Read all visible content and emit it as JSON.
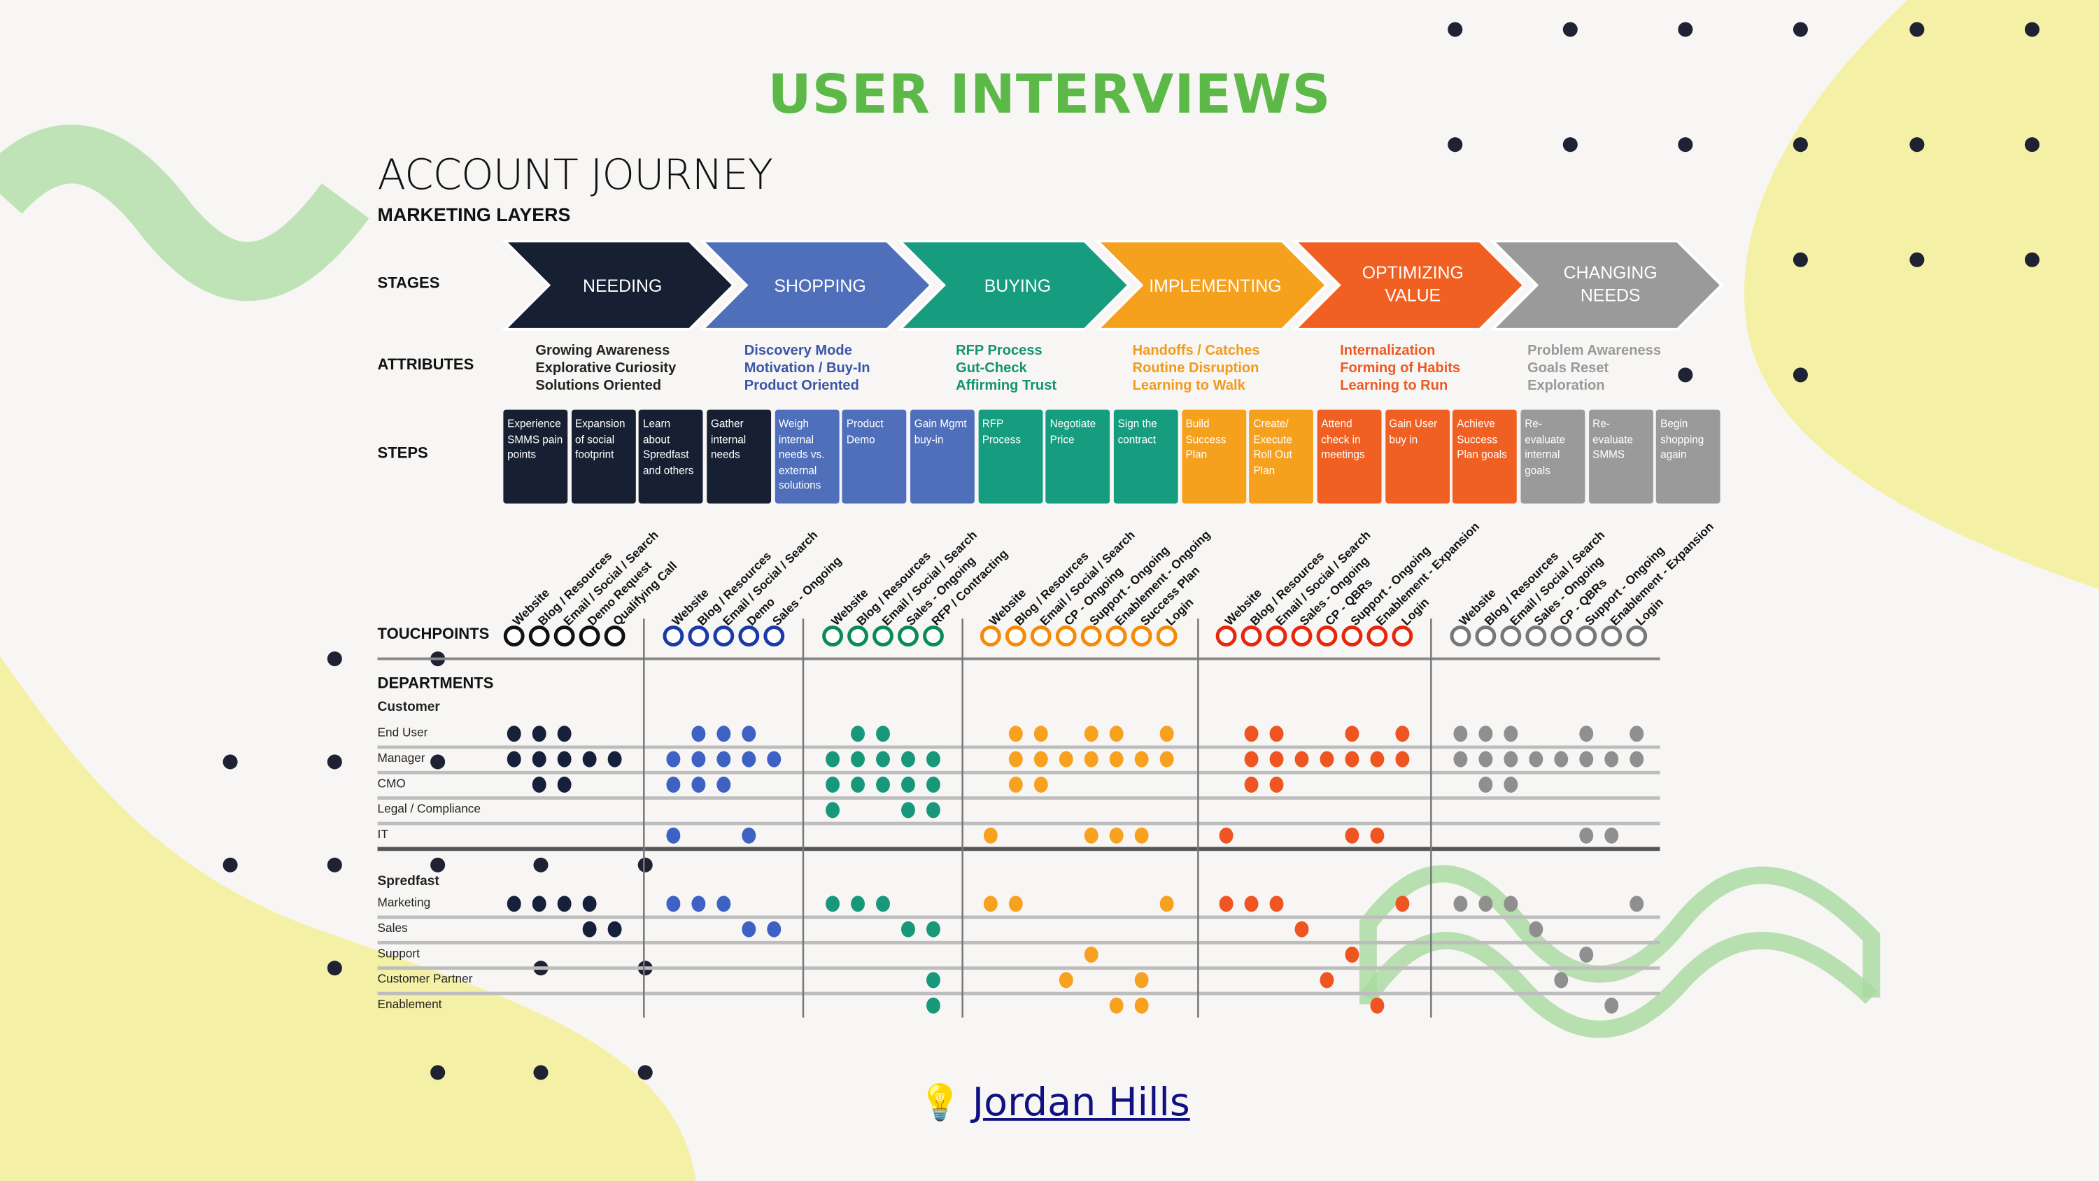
{
  "header": {
    "title": "USER INTERVIEWS",
    "subtitle": "ACCOUNT JOURNEY",
    "section": "MARKETING LAYERS"
  },
  "row_labels": {
    "stages": "STAGES",
    "attributes": "ATTRIBUTES",
    "steps": "STEPS",
    "touchpoints": "TOUCHPOINTS",
    "departments": "DEPARTMENTS"
  },
  "department_groups": [
    {
      "name": "Customer",
      "rows": [
        "End User",
        "Manager",
        "CMO",
        "Legal / Compliance",
        "IT"
      ]
    },
    {
      "name": "Spredfast",
      "rows": [
        "Marketing",
        "Sales",
        "Support",
        "Customer Partner",
        "Enablement"
      ]
    }
  ],
  "stages": [
    {
      "name": [
        "NEEDING"
      ],
      "color": "#172033",
      "tp_color": "#111111",
      "dot_color": "#16203a",
      "attr_color": "#222222",
      "attributes": [
        "Growing Awareness",
        "Explorative Curiosity",
        "Solutions Oriented"
      ],
      "steps": [
        "Experience SMMS pain points",
        "Expansion of social footprint",
        "Learn about Spredfast and others",
        "Gather internal needs"
      ],
      "touchpoints": [
        "Website",
        "Blog / Resources",
        "Email / Social / Search",
        "Demo Request",
        "Qualifying Call"
      ],
      "dots": [
        [
          0,
          1,
          2
        ],
        [
          0,
          1,
          2,
          3,
          4
        ],
        [
          1,
          2
        ],
        [],
        [],
        [
          0,
          1,
          2,
          3
        ],
        [
          3,
          4
        ],
        [],
        [],
        []
      ]
    },
    {
      "name": [
        "SHOPPING"
      ],
      "color": "#4f6fbb",
      "tp_color": "#1a3aa8",
      "dot_color": "#3e62c4",
      "attr_color": "#3c55a5",
      "attributes": [
        "Discovery Mode",
        "Motivation / Buy-In",
        "Product Oriented"
      ],
      "steps": [
        "Weigh internal needs vs. external solutions",
        "Product Demo",
        "Gain Mgmt buy-in"
      ],
      "touchpoints": [
        "Website",
        "Blog / Resources",
        "Email / Social / Search",
        "Demo",
        "Sales - Ongoing"
      ],
      "dots": [
        [
          1,
          2,
          3
        ],
        [
          0,
          1,
          2,
          3,
          4
        ],
        [
          0,
          1,
          2
        ],
        [],
        [
          0,
          3
        ],
        [
          0,
          1,
          2
        ],
        [
          3,
          4
        ],
        [],
        [],
        []
      ]
    },
    {
      "name": [
        "BUYING"
      ],
      "color": "#169c7e",
      "tp_color": "#0a8a5a",
      "dot_color": "#17987a",
      "attr_color": "#13936f",
      "attributes": [
        "RFP Process",
        "Gut-Check",
        "Affirming Trust"
      ],
      "steps": [
        "RFP Process",
        "Negotiate Price",
        "Sign the contract"
      ],
      "touchpoints": [
        "Website",
        "Blog / Resources",
        "Email / Social / Search",
        "Sales - Ongoing",
        "RFP / Contracting"
      ],
      "dots": [
        [
          1,
          2
        ],
        [
          0,
          1,
          2,
          3,
          4
        ],
        [
          0,
          1,
          2,
          3,
          4
        ],
        [
          0,
          3,
          4
        ],
        [],
        [
          0,
          1,
          2
        ],
        [
          3,
          4
        ],
        [],
        [
          4
        ],
        [
          4
        ]
      ]
    },
    {
      "name": [
        "IMPLEMENTING"
      ],
      "color": "#f6a11e",
      "tp_color": "#f58a07",
      "dot_color": "#f7a11f",
      "attr_color": "#f29a1a",
      "attributes": [
        "Handoffs / Catches",
        "Routine Disruption",
        "Learning to Walk"
      ],
      "steps": [
        "Build Success Plan",
        "Create/ Execute Roll Out Plan"
      ],
      "touchpoints": [
        "Website",
        "Blog / Resources",
        "Email / Social / Search",
        "CP - Ongoing",
        "Support - Ongoing",
        "Enablement - Ongoing",
        "Success Plan",
        "Login"
      ],
      "dots": [
        [
          1,
          2,
          4,
          5,
          7
        ],
        [
          1,
          2,
          3,
          4,
          5,
          6,
          7
        ],
        [
          1,
          2
        ],
        [],
        [
          0,
          4,
          5,
          6
        ],
        [
          0,
          1,
          7
        ],
        [],
        [
          4
        ],
        [
          3,
          6
        ],
        [
          5,
          6
        ]
      ]
    },
    {
      "name": [
        "OPTIMIZING",
        "VALUE"
      ],
      "color": "#f06022",
      "tp_color": "#e8260c",
      "dot_color": "#ee5520",
      "attr_color": "#ec5a24",
      "attributes": [
        "Internalization",
        "Forming of Habits",
        "Learning to Run"
      ],
      "steps": [
        "Attend check in meetings",
        "Gain User buy in",
        "Achieve Success Plan goals"
      ],
      "touchpoints": [
        "Website",
        "Blog / Resources",
        "Email / Social / Search",
        "Sales - Ongoing",
        "CP - QBRs",
        "Support - Ongoing",
        "Enablement - Expansion",
        "Login"
      ],
      "dots": [
        [
          1,
          2,
          5,
          7
        ],
        [
          1,
          2,
          3,
          4,
          5,
          6,
          7
        ],
        [
          1,
          2
        ],
        [],
        [
          0,
          5,
          6
        ],
        [
          0,
          1,
          2,
          7
        ],
        [
          3
        ],
        [
          5
        ],
        [
          4
        ],
        [
          6
        ]
      ]
    },
    {
      "name": [
        "CHANGING",
        "NEEDS"
      ],
      "color": "#9a9a9a",
      "tp_color": "#777777",
      "dot_color": "#8f8f8f",
      "attr_color": "#999999",
      "attributes": [
        "Problem Awareness",
        "Goals Reset",
        "Exploration"
      ],
      "steps": [
        "Re-evaluate internal goals",
        "Re-evaluate SMMS",
        "Begin shopping again"
      ],
      "touchpoints": [
        "Website",
        "Blog / Resources",
        "Email / Social / Search",
        "Sales - Ongoing",
        "CP - QBRs",
        "Support - Ongoing",
        "Enablement - Expansion",
        "Login"
      ],
      "dots": [
        [
          0,
          1,
          2,
          5,
          7
        ],
        [
          0,
          1,
          2,
          3,
          4,
          5,
          6,
          7
        ],
        [
          1,
          2
        ],
        [],
        [
          5,
          6
        ],
        [
          0,
          1,
          2,
          7
        ],
        [
          3
        ],
        [
          5
        ],
        [
          4
        ],
        [
          6
        ]
      ]
    }
  ],
  "footer": {
    "icon": "lightbulb-icon",
    "author": "Jordan Hills"
  },
  "colors": {
    "title_green": "#5cb947",
    "yellow_blob": "#f4f1a6",
    "green_wave": "#bfe3b6"
  }
}
